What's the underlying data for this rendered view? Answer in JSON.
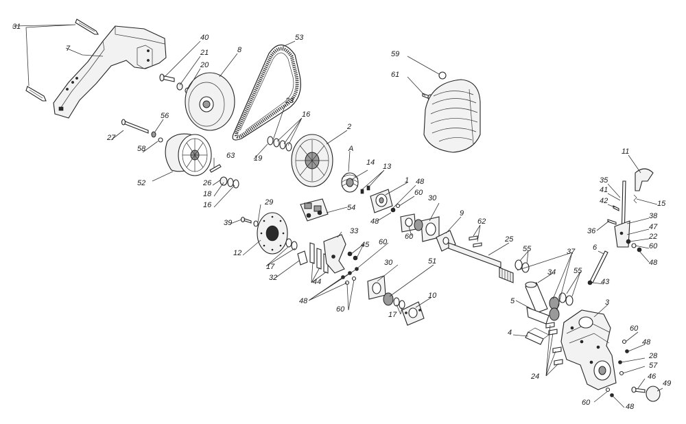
{
  "diagram": {
    "labels": [
      "1",
      "2",
      "3",
      "4",
      "5",
      "6",
      "7",
      "8",
      "9",
      "10",
      "11",
      "12",
      "13",
      "14",
      "15",
      "16",
      "16",
      "17",
      "17",
      "18",
      "19",
      "20",
      "21",
      "22",
      "23",
      "24",
      "25",
      "26",
      "27",
      "28",
      "29",
      "30",
      "30",
      "31",
      "32",
      "33",
      "34",
      "35",
      "36",
      "37",
      "38",
      "39",
      "40",
      "41",
      "42",
      "43",
      "44",
      "45",
      "46",
      "47",
      "48",
      "48",
      "48",
      "48",
      "48",
      "48",
      "49",
      "51",
      "52",
      "53",
      "54",
      "55",
      "55",
      "56",
      "57",
      "58",
      "59",
      "60",
      "60",
      "60",
      "60",
      "60",
      "60",
      "61",
      "62",
      "63",
      "A"
    ]
  }
}
